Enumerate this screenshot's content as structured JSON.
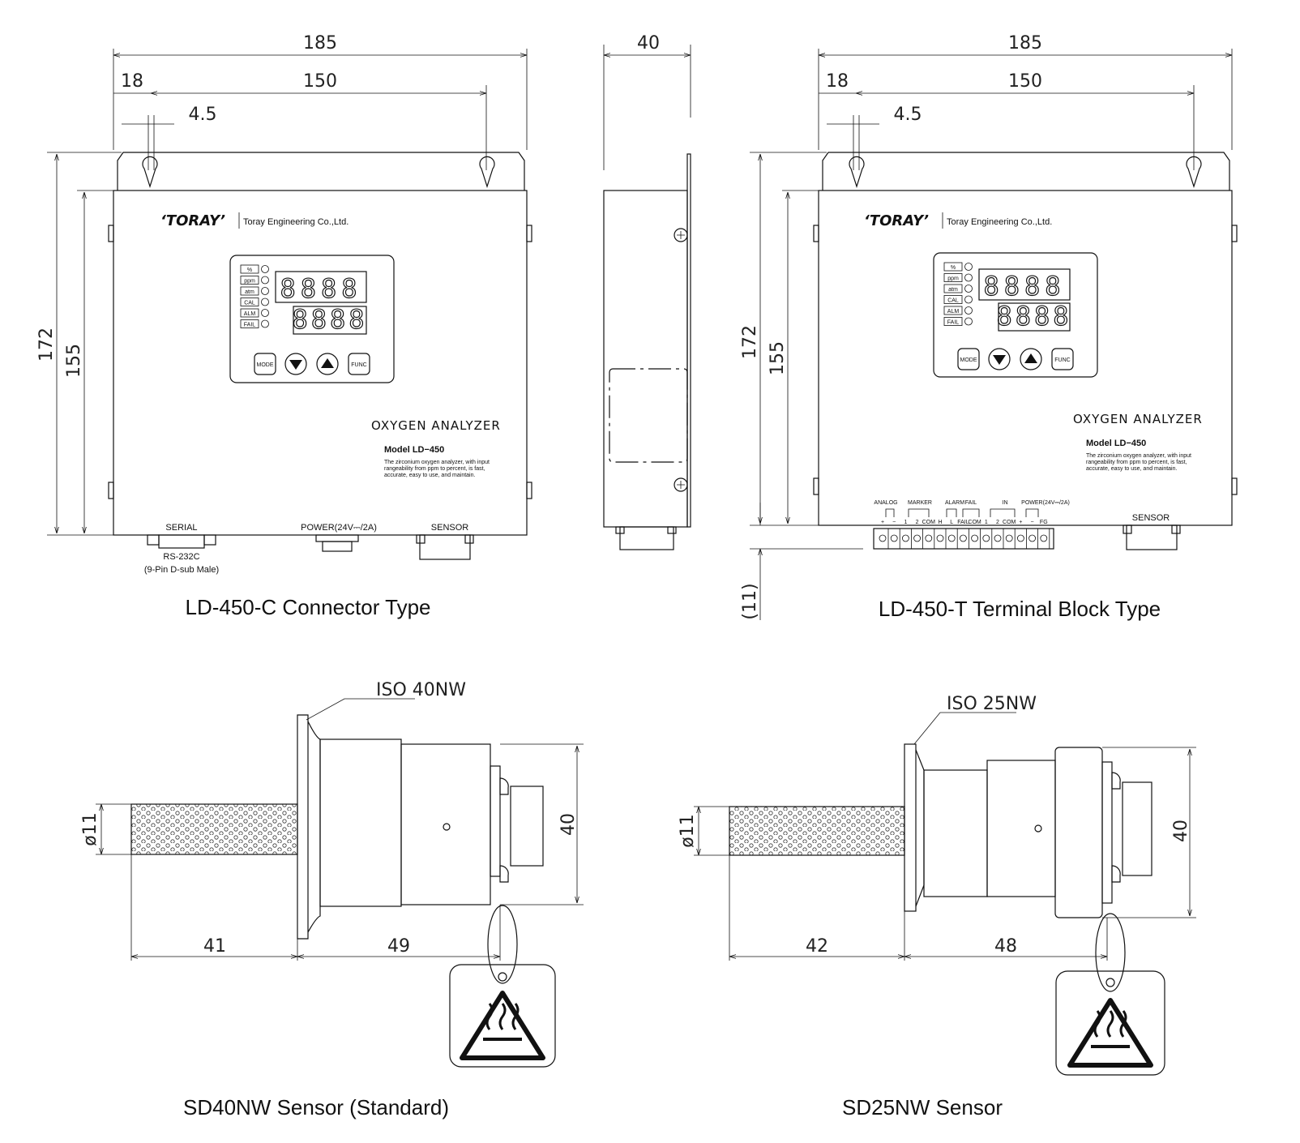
{
  "views": {
    "connector": {
      "caption": "LD-450-C Connector Type",
      "dims": {
        "width": "185",
        "hole_spacing": "150",
        "hole_offset": "18",
        "hole_dia": "4.5",
        "height_total": "172",
        "height_body": "155"
      },
      "brand": "‘TORAY’",
      "company": "Toray Engineering Co.,Ltd.",
      "title": "OXYGEN ANALYZER",
      "model": "Model LD−450",
      "desc": [
        "The zirconium oxygen analyzer, with input",
        "rangeability from ppm to percent, is fast,",
        "accurate, easy to use, and maintain."
      ],
      "indicators": [
        "%",
        "ppm",
        "atm",
        "CAL",
        "ALM",
        "FAIL"
      ],
      "display_top": "8888",
      "display_bottom": "8888",
      "buttons": {
        "mode": "MODE",
        "func": "FUNC"
      },
      "ports": {
        "serial": "SERIAL",
        "power": "POWER(24V⎓/2A)",
        "sensor": "SENSOR",
        "rs": "RS-232C",
        "dsub": "(9-Pin D-sub Male)"
      }
    },
    "side": {
      "depth": "40"
    },
    "terminal": {
      "caption": "LD-450-T Terminal Block Type",
      "dims": {
        "width": "185",
        "hole_spacing": "150",
        "hole_offset": "18",
        "hole_dia": "4.5",
        "height_total": "172",
        "height_body": "155",
        "terminal_height": "(11)"
      },
      "brand": "‘TORAY’",
      "company": "Toray Engineering Co.,Ltd.",
      "title": "OXYGEN ANALYZER",
      "model": "Model LD−450",
      "desc": [
        "The zirconium oxygen analyzer, with input",
        "rangeability from ppm to percent, is fast,",
        "accurate, easy to use, and maintain."
      ],
      "indicators": [
        "%",
        "ppm",
        "atm",
        "CAL",
        "ALM",
        "FAIL"
      ],
      "display_top": "8888",
      "display_bottom": "8888",
      "buttons": {
        "mode": "MODE",
        "func": "FUNC"
      },
      "terminal_groups": [
        "ANALOG",
        "MARKER",
        "ALARM",
        "FAIL",
        "IN",
        "POWER(24V⎓/2A)"
      ],
      "terminal_pins": [
        "+",
        "−",
        "1",
        "2",
        "COM",
        "H",
        "L",
        "FAIL",
        "COM",
        "1",
        "2",
        "COM",
        "+",
        "−",
        "FG"
      ],
      "sensor_label": "SENSOR"
    }
  },
  "sensors": [
    {
      "caption": "SD40NW Sensor (Standard)",
      "flange": "ISO 40NW",
      "diameter": "ø11",
      "height": "40",
      "len_a": "41",
      "len_b": "49"
    },
    {
      "caption": "SD25NW Sensor",
      "flange": "ISO 25NW",
      "diameter": "ø11",
      "height": "40",
      "len_a": "42",
      "len_b": "48"
    }
  ]
}
